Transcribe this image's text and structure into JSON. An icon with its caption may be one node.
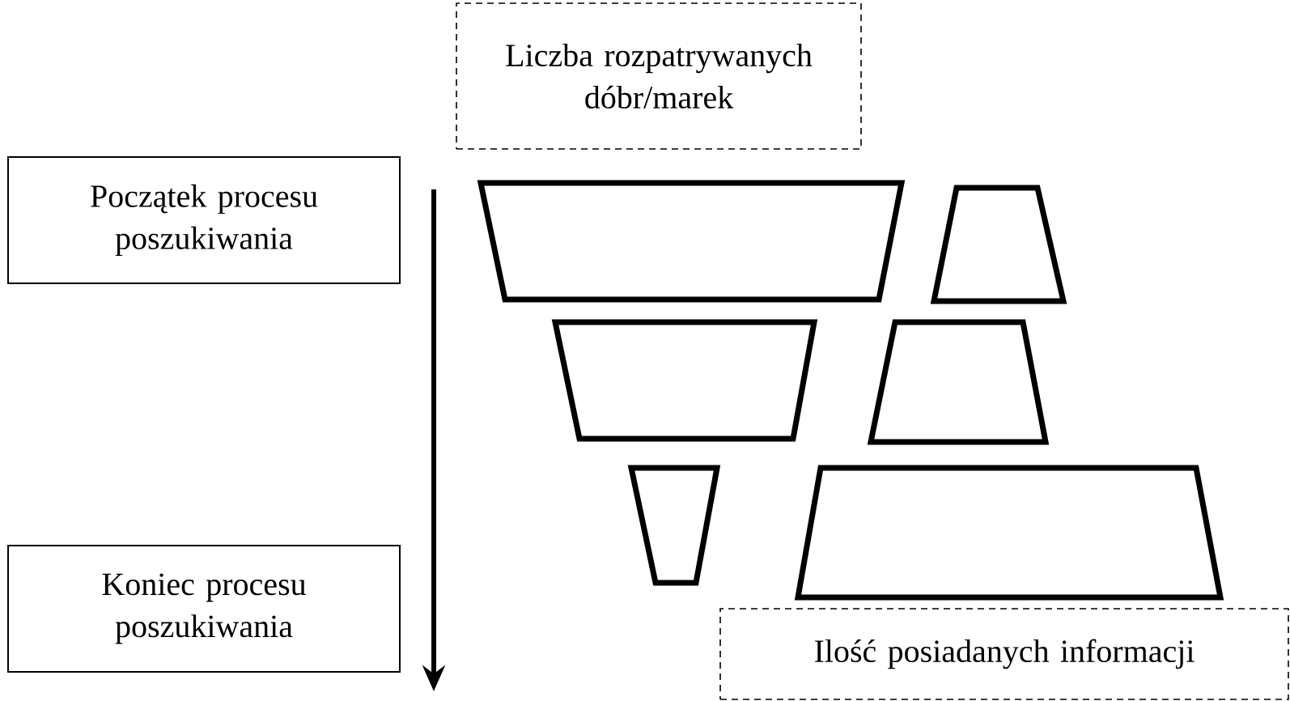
{
  "diagram": {
    "nodes": [
      {
        "text": [
          "Liczba rozpatrywanych dóbr/marek"
        ]
      },
      {
        "text": [
          "Początek procesu poszukiwania"
        ]
      },
      {
        "text": [
          "Koniec procesu poszukiwania"
        ]
      },
      {
        "text": [
          "Ilość posiadanych informacji"
        ]
      },
      {
        "text": [],
        "shape": "trapezoid"
      },
      {
        "text": [],
        "shape": "trapezoid"
      },
      {
        "text": [],
        "shape": "trapezoid"
      },
      {
        "text": [],
        "shape": "trapezoid"
      },
      {
        "text": [],
        "shape": "trapezoid"
      },
      {
        "text": [],
        "shape": "trapezoid"
      }
    ]
  }
}
